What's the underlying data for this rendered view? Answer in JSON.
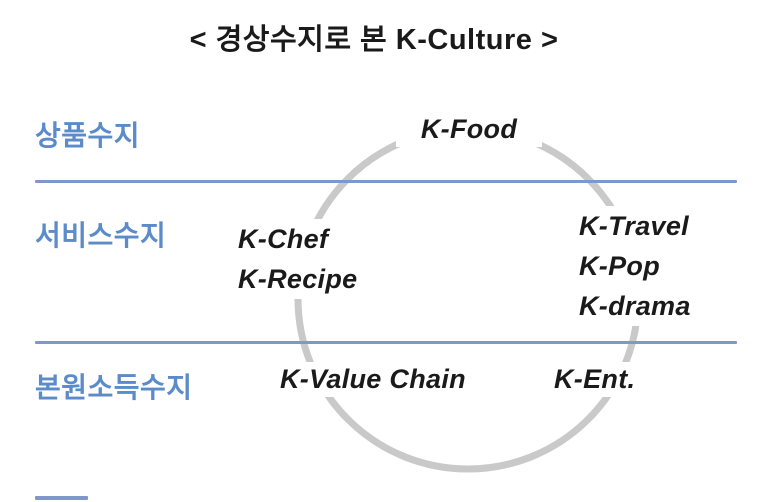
{
  "title": "< 경상수지로 본 K-Culture >",
  "colors": {
    "label_blue": "#5c8bc9",
    "line_blue": "#8097cb",
    "circle_gray": "#c9c9c9",
    "text_black": "#1a1a1a"
  },
  "rows": [
    {
      "label": "상품수지"
    },
    {
      "label": "서비스수지"
    },
    {
      "label": "본원소득수지"
    }
  ],
  "diagram": {
    "top_item": "K-Food",
    "left_items": [
      "K-Chef",
      "K-Recipe"
    ],
    "right_items": [
      "K-Travel",
      "K-Pop",
      "K-drama"
    ],
    "bottom_left_item": "K-Value Chain",
    "bottom_right_item": "K-Ent."
  }
}
